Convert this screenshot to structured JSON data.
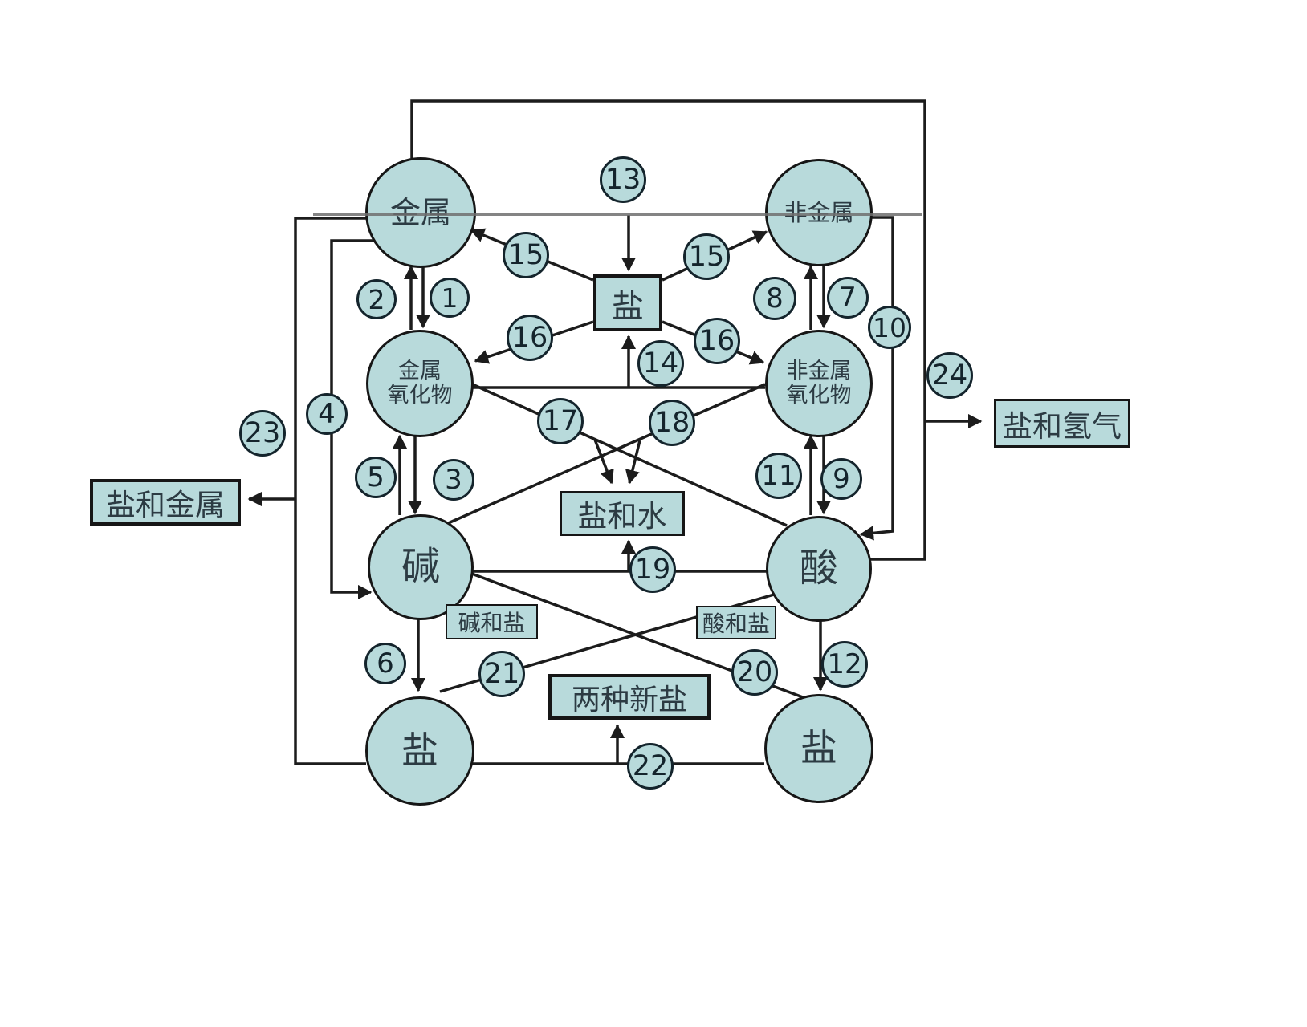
{
  "colors": {
    "shape_fill": "#b8dadb",
    "line": "#1c1c1c",
    "number_color": "#14242c",
    "text_color": "#2c3b43",
    "fold_line": "#6e6e6e",
    "background": "#ffffff"
  },
  "nodes": [
    {
      "id": "metal",
      "label": "金属"
    },
    {
      "id": "nonmetal",
      "label": "非金属"
    },
    {
      "id": "metal-oxide",
      "label_line1": "金属",
      "label_line2": "氧化物"
    },
    {
      "id": "nonmetal-oxide",
      "label_line1": "非金属",
      "label_line2": "氧化物"
    },
    {
      "id": "base",
      "label": "碱"
    },
    {
      "id": "acid",
      "label": "酸"
    },
    {
      "id": "salt-bottom-left",
      "label": "盐"
    },
    {
      "id": "salt-bottom-right",
      "label": "盐"
    }
  ],
  "product_boxes": [
    {
      "id": "salt-center",
      "label": "盐"
    },
    {
      "id": "salt-and-water",
      "label": "盐和水"
    },
    {
      "id": "base-and-salt",
      "label": "碱和盐"
    },
    {
      "id": "acid-and-salt",
      "label": "酸和盐"
    },
    {
      "id": "two-new-salts",
      "label": "两种新盐"
    },
    {
      "id": "salt-and-metal",
      "label": "盐和金属"
    },
    {
      "id": "salt-and-hydrogen",
      "label": "盐和氢气"
    }
  ],
  "badges": [
    "1",
    "2",
    "3",
    "4",
    "5",
    "6",
    "7",
    "8",
    "9",
    "10",
    "11",
    "12",
    "13",
    "14",
    "15",
    "15",
    "16",
    "16",
    "17",
    "18",
    "19",
    "20",
    "21",
    "22",
    "23",
    "24"
  ]
}
